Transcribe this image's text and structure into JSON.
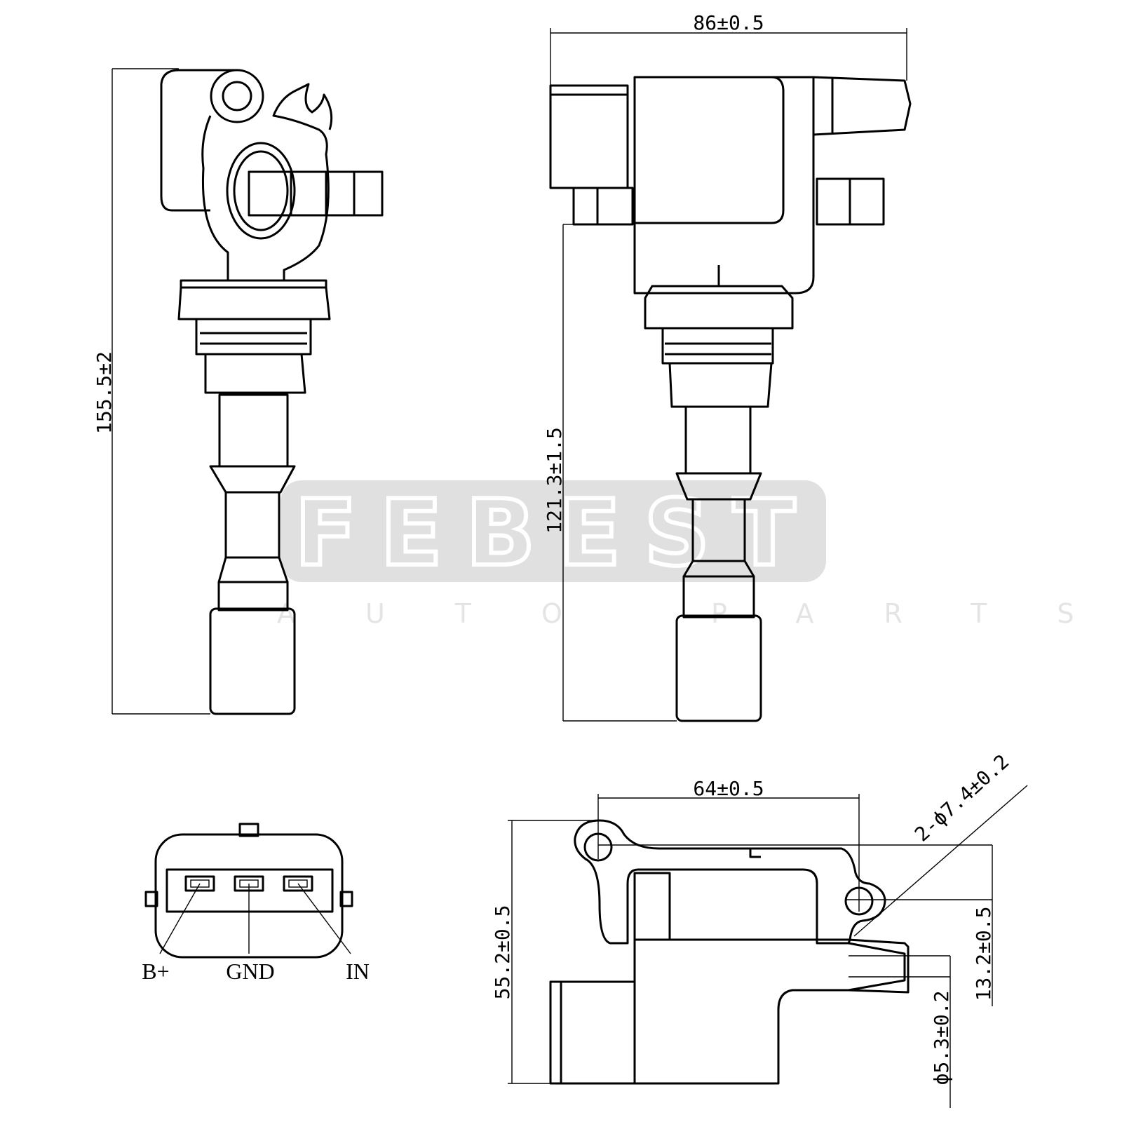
{
  "watermark": {
    "brand": "FEBEST",
    "tagline": "AUTO PARTS",
    "color": "#e0e0e0"
  },
  "dimensions": {
    "overall_length": "155.5±2",
    "width_top": "86±0.5",
    "body_to_tip": "121.3±1.5",
    "mount_hole_spacing": "64±0.5",
    "mount_hole_diameter": "2-ϕ7.4±0.2",
    "depth": "55.2±0.5",
    "hole_offset": "13.2±0.5",
    "tower_bore": "ϕ5.3±0.2"
  },
  "connector_pins": [
    {
      "label": "B+"
    },
    {
      "label": "GND"
    },
    {
      "label": "IN"
    }
  ]
}
